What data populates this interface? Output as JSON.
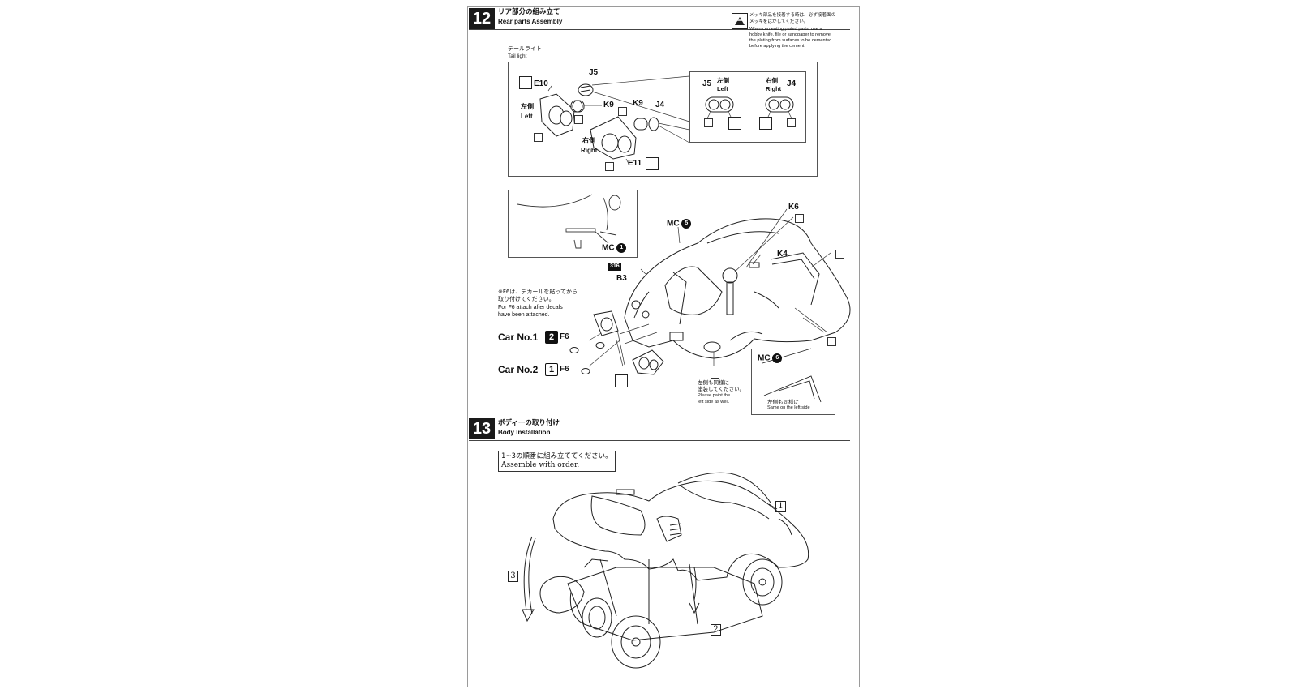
{
  "step12": {
    "number": "12",
    "title_jp": "リア部分の組み立て",
    "title_en": "Rear parts Assembly",
    "plating_note": {
      "jp_line1": "メッキ部品を接着する時は、必ず接着面の",
      "jp_line2": "メッキをはがしてください。",
      "en_line1": "When cementing plated parts, use a",
      "en_line2": "hobby knife, file or sandpaper to remove",
      "en_line3": "the plating from surfaces to be cemented",
      "en_line4": "before applying the cement."
    },
    "tail_light": {
      "jp": "テールライト",
      "en": "Tail light",
      "left_jp": "左側",
      "left_en": "Left",
      "right_jp": "右側",
      "right_en": "Right",
      "parts": [
        "E10",
        "J5",
        "K9",
        "K9",
        "J4",
        "E11"
      ],
      "detail_left_part": "J5",
      "detail_right_part": "J4",
      "detail_left_jp": "左側",
      "detail_left_en": "Left",
      "detail_right_jp": "右側",
      "detail_right_en": "Right"
    },
    "rear": {
      "mc1": "MC",
      "mc1_num": "1",
      "mc5": "MC",
      "mc5_num": "5",
      "mc6": "MC",
      "mc6_num": "6",
      "k6": "K6",
      "k4": "K4",
      "b3": "B3",
      "b3_code": "316",
      "f6_note_jp_line1": "※F6は、デカールを貼ってから",
      "f6_note_jp_line2": "取り付けてください。",
      "f6_note_en_line1": "For F6 attach after decals",
      "f6_note_en_line2": "have been attached.",
      "car1_label": "Car No.1",
      "car1_num": "2",
      "car2_label": "Car No.2",
      "car2_num": "1",
      "f6a": "F6",
      "f6b": "F6",
      "paint_note_jp_line1": "左側も同様に",
      "paint_note_jp_line2": "塗装してください。",
      "paint_note_en_line1": "Please paint the",
      "paint_note_en_line2": "left side as well.",
      "same_left_jp": "左側も同様に",
      "same_left_en": "Same on the left side"
    }
  },
  "step13": {
    "number": "13",
    "title_jp": "ボディーの取り付け",
    "title_en": "Body Installation",
    "order_jp": "1~3の順番に組み立ててください。",
    "order_en": "Assemble with order.",
    "order_marks": [
      "1",
      "2",
      "3"
    ]
  }
}
